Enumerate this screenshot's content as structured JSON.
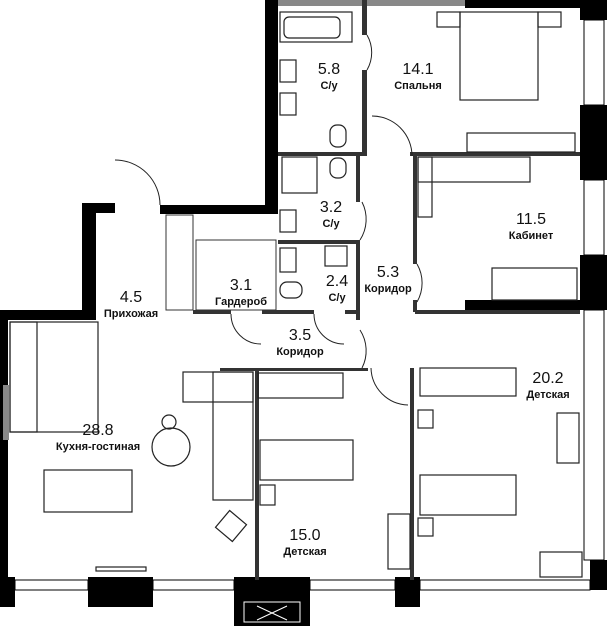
{
  "rooms": [
    {
      "area": "5.8",
      "name": "С/у"
    },
    {
      "area": "14.1",
      "name": "Спальня"
    },
    {
      "area": "3.2",
      "name": "С/у"
    },
    {
      "area": "11.5",
      "name": "Кабинет"
    },
    {
      "area": "2.4",
      "name": "С/у"
    },
    {
      "area": "5.3",
      "name": "Коридор"
    },
    {
      "area": "3.1",
      "name": "Гардероб"
    },
    {
      "area": "4.5",
      "name": "Прихожая"
    },
    {
      "area": "3.5",
      "name": "Коридор"
    },
    {
      "area": "28.8",
      "name": "Кухня-гостиная"
    },
    {
      "area": "20.2",
      "name": "Детская"
    },
    {
      "area": "15.0",
      "name": "Детская"
    }
  ],
  "colors": {
    "wall": "#000000",
    "line": "#222222",
    "window": "#888888"
  }
}
